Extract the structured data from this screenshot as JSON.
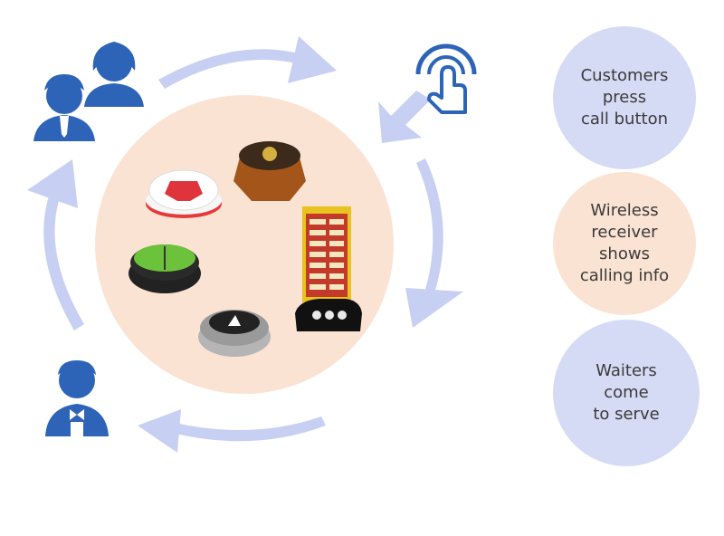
{
  "steps": [
    {
      "label": "Customers\npress\ncall button",
      "color": "#d6dbf5"
    },
    {
      "label": "Wireless\nreceiver\nshows\ncalling info",
      "color": "#fbe3d3"
    },
    {
      "label": "Waiters\ncome\nto serve",
      "color": "#d6dbf5"
    }
  ],
  "colors": {
    "arrow": "#c7d0f2",
    "icon": "#2e64b8",
    "center_circle": "#fbe3d3"
  },
  "icons": [
    "customers-icon",
    "tap-icon",
    "waiter-icon"
  ]
}
